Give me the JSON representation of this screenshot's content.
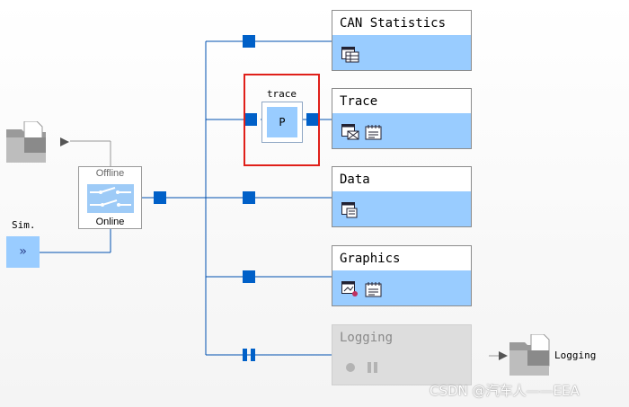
{
  "blocks": {
    "can_statistics": {
      "title": "CAN Statistics"
    },
    "trace": {
      "title": "Trace"
    },
    "data": {
      "title": "Data"
    },
    "graphics": {
      "title": "Graphics"
    },
    "logging": {
      "title": "Logging"
    }
  },
  "switch": {
    "offline": "Offline",
    "online": "Online"
  },
  "sim": {
    "label": "Sim.",
    "button": "»"
  },
  "trace_filter": {
    "label": "trace",
    "node": "P"
  },
  "logging_file": {
    "label": "Logging"
  },
  "watermark": "CSDN @汽车人——EEA",
  "colors": {
    "accent": "#0060c8",
    "block_fill": "#99ccff",
    "highlight": "#e0201a",
    "disabled": "#dddddd"
  }
}
